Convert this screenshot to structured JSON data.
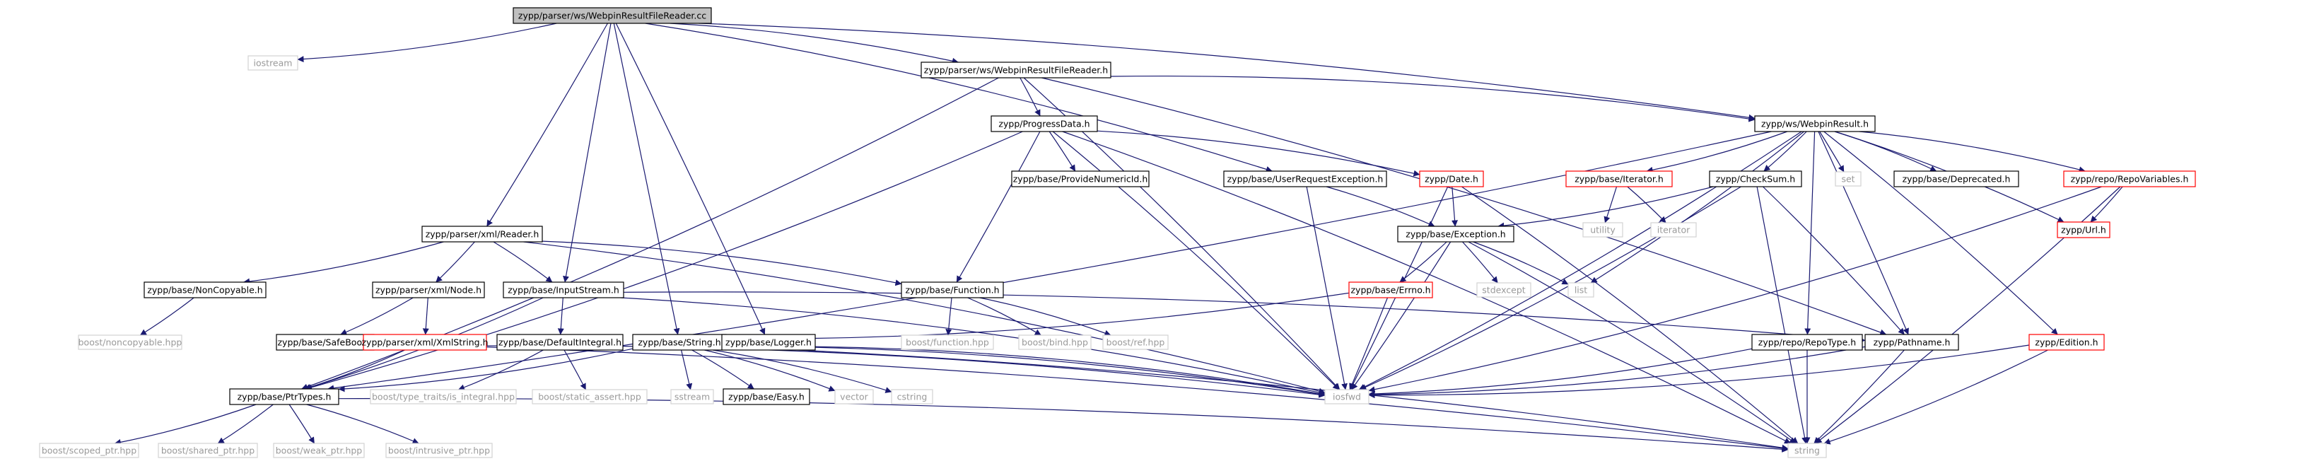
{
  "colors": {
    "background": "#ffffff",
    "edge": "#191970",
    "normal_border": "#000000",
    "truncated_border": "#ff0000",
    "system_border": "#d3d3d3",
    "root_fill": "#bfbfbf",
    "text": "#000000",
    "system_text": "#9a9a9a"
  },
  "nodes": [
    {
      "id": "root",
      "label": "zypp/parser/ws/WebpinResultFileReader.cc",
      "kind": "root"
    },
    {
      "id": "iostream",
      "label": "iostream",
      "kind": "system"
    },
    {
      "id": "wrfr_h",
      "label": "zypp/parser/ws/WebpinResultFileReader.h",
      "kind": "normal"
    },
    {
      "id": "progressdata",
      "label": "zypp/ProgressData.h",
      "kind": "normal"
    },
    {
      "id": "webpinresult",
      "label": "zypp/ws/WebpinResult.h",
      "kind": "normal"
    },
    {
      "id": "userreqexc",
      "label": "zypp/base/UserRequestException.h",
      "kind": "normal"
    },
    {
      "id": "providenumericid",
      "label": "zypp/base/ProvideNumericId.h",
      "kind": "normal"
    },
    {
      "id": "date",
      "label": "zypp/Date.h",
      "kind": "truncated"
    },
    {
      "id": "iterator_h",
      "label": "zypp/base/Iterator.h",
      "kind": "truncated"
    },
    {
      "id": "checksum",
      "label": "zypp/CheckSum.h",
      "kind": "normal"
    },
    {
      "id": "set",
      "label": "set",
      "kind": "system"
    },
    {
      "id": "deprecated",
      "label": "zypp/base/Deprecated.h",
      "kind": "normal"
    },
    {
      "id": "repovariables",
      "label": "zypp/repo/RepoVariables.h",
      "kind": "truncated"
    },
    {
      "id": "utility",
      "label": "utility",
      "kind": "system"
    },
    {
      "id": "iterator_sys",
      "label": "iterator",
      "kind": "system"
    },
    {
      "id": "url",
      "label": "zypp/Url.h",
      "kind": "truncated"
    },
    {
      "id": "xmlreader",
      "label": "zypp/parser/xml/Reader.h",
      "kind": "normal"
    },
    {
      "id": "exception",
      "label": "zypp/base/Exception.h",
      "kind": "normal"
    },
    {
      "id": "noncopyable",
      "label": "zypp/base/NonCopyable.h",
      "kind": "normal"
    },
    {
      "id": "xmlnode",
      "label": "zypp/parser/xml/Node.h",
      "kind": "normal"
    },
    {
      "id": "inputstream",
      "label": "zypp/base/InputStream.h",
      "kind": "normal"
    },
    {
      "id": "function",
      "label": "zypp/base/Function.h",
      "kind": "normal"
    },
    {
      "id": "errno",
      "label": "zypp/base/Errno.h",
      "kind": "truncated"
    },
    {
      "id": "stdexcept",
      "label": "stdexcept",
      "kind": "system"
    },
    {
      "id": "list",
      "label": "list",
      "kind": "system"
    },
    {
      "id": "boost_noncopyable",
      "label": "boost/noncopyable.hpp",
      "kind": "system"
    },
    {
      "id": "safebool",
      "label": "zypp/base/SafeBool.h",
      "kind": "normal"
    },
    {
      "id": "xmlstring",
      "label": "zypp/parser/xml/XmlString.h",
      "kind": "truncated"
    },
    {
      "id": "defaultintegral",
      "label": "zypp/base/DefaultIntegral.h",
      "kind": "normal"
    },
    {
      "id": "string_h",
      "label": "zypp/base/String.h",
      "kind": "normal"
    },
    {
      "id": "logger",
      "label": "zypp/base/Logger.h",
      "kind": "normal"
    },
    {
      "id": "boost_function",
      "label": "boost/function.hpp",
      "kind": "system"
    },
    {
      "id": "boost_bind",
      "label": "boost/bind.hpp",
      "kind": "system"
    },
    {
      "id": "boost_ref",
      "label": "boost/ref.hpp",
      "kind": "system"
    },
    {
      "id": "repotype",
      "label": "zypp/repo/RepoType.h",
      "kind": "normal"
    },
    {
      "id": "pathname",
      "label": "zypp/Pathname.h",
      "kind": "normal"
    },
    {
      "id": "edition",
      "label": "zypp/Edition.h",
      "kind": "truncated"
    },
    {
      "id": "ptrtypes",
      "label": "zypp/base/PtrTypes.h",
      "kind": "normal"
    },
    {
      "id": "boost_is_integral",
      "label": "boost/type_traits/is_integral.hpp",
      "kind": "system"
    },
    {
      "id": "boost_static_assert",
      "label": "boost/static_assert.hpp",
      "kind": "system"
    },
    {
      "id": "sstream",
      "label": "sstream",
      "kind": "system"
    },
    {
      "id": "easy",
      "label": "zypp/base/Easy.h",
      "kind": "normal"
    },
    {
      "id": "vector",
      "label": "vector",
      "kind": "system"
    },
    {
      "id": "cstring",
      "label": "cstring",
      "kind": "system"
    },
    {
      "id": "iosfwd",
      "label": "iosfwd",
      "kind": "system"
    },
    {
      "id": "boost_scoped_ptr",
      "label": "boost/scoped_ptr.hpp",
      "kind": "system"
    },
    {
      "id": "boost_shared_ptr",
      "label": "boost/shared_ptr.hpp",
      "kind": "system"
    },
    {
      "id": "boost_weak_ptr",
      "label": "boost/weak_ptr.hpp",
      "kind": "system"
    },
    {
      "id": "boost_intrusive_ptr",
      "label": "boost/intrusive_ptr.hpp",
      "kind": "system"
    },
    {
      "id": "string_sys",
      "label": "string",
      "kind": "system"
    }
  ],
  "edges": [
    [
      "root",
      "iostream"
    ],
    [
      "root",
      "wrfr_h"
    ],
    [
      "root",
      "webpinresult"
    ],
    [
      "root",
      "userreqexc"
    ],
    [
      "root",
      "xmlreader"
    ],
    [
      "root",
      "inputstream"
    ],
    [
      "root",
      "string_h"
    ],
    [
      "root",
      "logger"
    ],
    [
      "wrfr_h",
      "progressdata"
    ],
    [
      "wrfr_h",
      "webpinresult"
    ],
    [
      "wrfr_h",
      "ptrtypes"
    ],
    [
      "wrfr_h",
      "pathname"
    ],
    [
      "wrfr_h",
      "iosfwd"
    ],
    [
      "progressdata",
      "providenumericid"
    ],
    [
      "progressdata",
      "date"
    ],
    [
      "progressdata",
      "function"
    ],
    [
      "progressdata",
      "ptrtypes"
    ],
    [
      "progressdata",
      "iosfwd"
    ],
    [
      "progressdata",
      "string_sys"
    ],
    [
      "webpinresult",
      "iterator_h"
    ],
    [
      "webpinresult",
      "checksum"
    ],
    [
      "webpinresult",
      "set"
    ],
    [
      "webpinresult",
      "deprecated"
    ],
    [
      "webpinresult",
      "repovariables"
    ],
    [
      "webpinresult",
      "url"
    ],
    [
      "webpinresult",
      "list"
    ],
    [
      "webpinresult",
      "ptrtypes"
    ],
    [
      "webpinresult",
      "repotype"
    ],
    [
      "webpinresult",
      "pathname"
    ],
    [
      "webpinresult",
      "edition"
    ],
    [
      "webpinresult",
      "iosfwd"
    ],
    [
      "userreqexc",
      "exception"
    ],
    [
      "userreqexc",
      "iosfwd"
    ],
    [
      "date",
      "exception"
    ],
    [
      "date",
      "iosfwd"
    ],
    [
      "date",
      "string_sys"
    ],
    [
      "iterator_h",
      "utility"
    ],
    [
      "iterator_h",
      "iterator_sys"
    ],
    [
      "checksum",
      "exception"
    ],
    [
      "checksum",
      "pathname"
    ],
    [
      "checksum",
      "iosfwd"
    ],
    [
      "checksum",
      "string_sys"
    ],
    [
      "repovariables",
      "url"
    ],
    [
      "repovariables",
      "iosfwd"
    ],
    [
      "repovariables",
      "string_sys"
    ],
    [
      "xmlreader",
      "noncopyable"
    ],
    [
      "xmlreader",
      "xmlnode"
    ],
    [
      "xmlreader",
      "inputstream"
    ],
    [
      "xmlreader",
      "function"
    ],
    [
      "xmlreader",
      "iosfwd"
    ],
    [
      "exception",
      "errno"
    ],
    [
      "exception",
      "stdexcept"
    ],
    [
      "exception",
      "list"
    ],
    [
      "exception",
      "iosfwd"
    ],
    [
      "exception",
      "string_sys"
    ],
    [
      "noncopyable",
      "boost_noncopyable"
    ],
    [
      "xmlnode",
      "safebool"
    ],
    [
      "xmlnode",
      "xmlstring"
    ],
    [
      "inputstream",
      "defaultintegral"
    ],
    [
      "inputstream",
      "ptrtypes"
    ],
    [
      "inputstream",
      "pathname"
    ],
    [
      "inputstream",
      "iosfwd"
    ],
    [
      "function",
      "boost_function"
    ],
    [
      "function",
      "boost_bind"
    ],
    [
      "function",
      "boost_ref"
    ],
    [
      "errno",
      "string_h"
    ],
    [
      "errno",
      "iosfwd"
    ],
    [
      "xmlstring",
      "ptrtypes"
    ],
    [
      "xmlstring",
      "iosfwd"
    ],
    [
      "xmlstring",
      "string_sys"
    ],
    [
      "defaultintegral",
      "boost_is_integral"
    ],
    [
      "defaultintegral",
      "boost_static_assert"
    ],
    [
      "string_h",
      "sstream"
    ],
    [
      "string_h",
      "easy"
    ],
    [
      "string_h",
      "vector"
    ],
    [
      "string_h",
      "cstring"
    ],
    [
      "string_h",
      "ptrtypes"
    ],
    [
      "string_h",
      "iosfwd"
    ],
    [
      "string_h",
      "string_sys"
    ],
    [
      "logger",
      "iosfwd"
    ],
    [
      "repotype",
      "iosfwd"
    ],
    [
      "repotype",
      "string_sys"
    ],
    [
      "pathname",
      "iosfwd"
    ],
    [
      "pathname",
      "string_sys"
    ],
    [
      "edition",
      "iosfwd"
    ],
    [
      "edition",
      "string_sys"
    ],
    [
      "ptrtypes",
      "boost_scoped_ptr"
    ],
    [
      "ptrtypes",
      "boost_shared_ptr"
    ],
    [
      "ptrtypes",
      "boost_weak_ptr"
    ],
    [
      "ptrtypes",
      "boost_intrusive_ptr"
    ],
    [
      "ptrtypes",
      "string_sys"
    ]
  ]
}
